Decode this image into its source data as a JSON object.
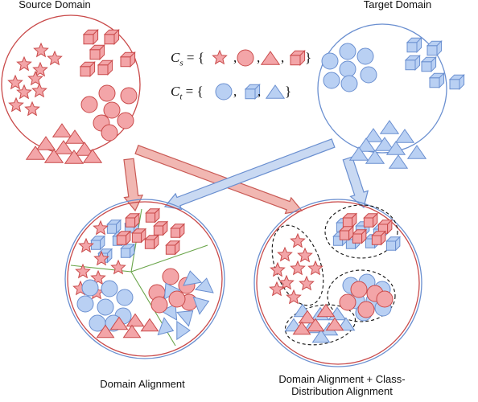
{
  "labels": {
    "source": "Source Domain",
    "target": "Target Domain",
    "domain_alignment": "Domain Alignment",
    "dual_line1": "Domain Alignment + Class-",
    "dual_line2": "Distribution Alignment"
  },
  "legend": {
    "cs_var": "C",
    "cs_sub": "s",
    "ct_var": "C",
    "ct_sub": "t",
    "eq_open": " = {",
    "comma": ",",
    "close": "}"
  },
  "colors": {
    "source_stroke": "#c94a4a",
    "source_fill": "#f3a5a8",
    "target_stroke": "#6a8fd0",
    "target_fill": "#b9d0f3",
    "arrow_red_fill": "#f1b7b2",
    "arrow_red_stroke": "#c95a55",
    "arrow_blue_fill": "#c9d9f2",
    "arrow_blue_stroke": "#6a8fd0",
    "boundary": "#6aa54a"
  },
  "icons": {
    "star": "star-icon",
    "circle": "circle-icon",
    "triangle": "triangle-icon",
    "cube": "cube-icon"
  }
}
